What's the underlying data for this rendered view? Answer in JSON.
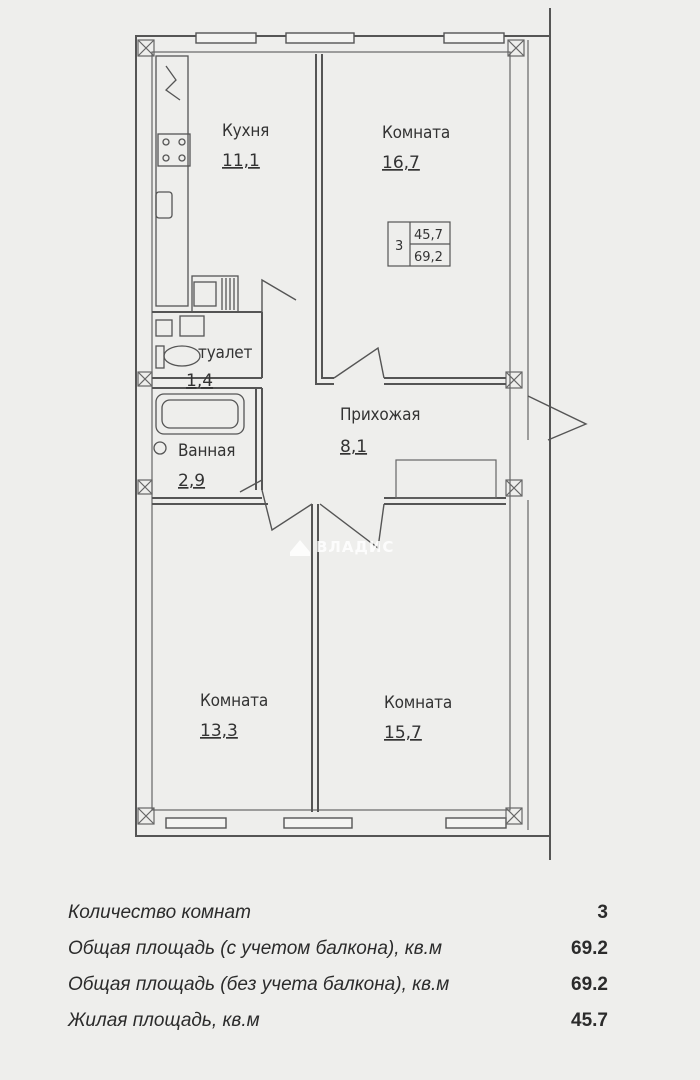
{
  "rooms": [
    {
      "id": "kitchen",
      "label": "Кухня",
      "area": "11,1"
    },
    {
      "id": "room-ne",
      "label": "Комната",
      "area": "16,7"
    },
    {
      "id": "toilet",
      "label": "туалет",
      "area": "1,4"
    },
    {
      "id": "bathroom",
      "label": "Ванная",
      "area": "2,9"
    },
    {
      "id": "hallway",
      "label": "Прихожая",
      "area": "8,1"
    },
    {
      "id": "room-sw",
      "label": "Комната",
      "area": "13,3"
    },
    {
      "id": "room-se",
      "label": "Комната",
      "area": "15,7"
    }
  ],
  "badge": {
    "rooms": "3",
    "living": "45,7",
    "total": "69,2"
  },
  "watermark": "ВЛАДИС",
  "summary": [
    {
      "label": "Количество комнат",
      "value": "3"
    },
    {
      "label": "Общая площадь (с учетом балкона), кв.м",
      "value": "69.2"
    },
    {
      "label": "Общая площадь (без учета балкона), кв.м",
      "value": "69.2"
    },
    {
      "label": "Жилая площадь, кв.м",
      "value": "45.7"
    }
  ]
}
